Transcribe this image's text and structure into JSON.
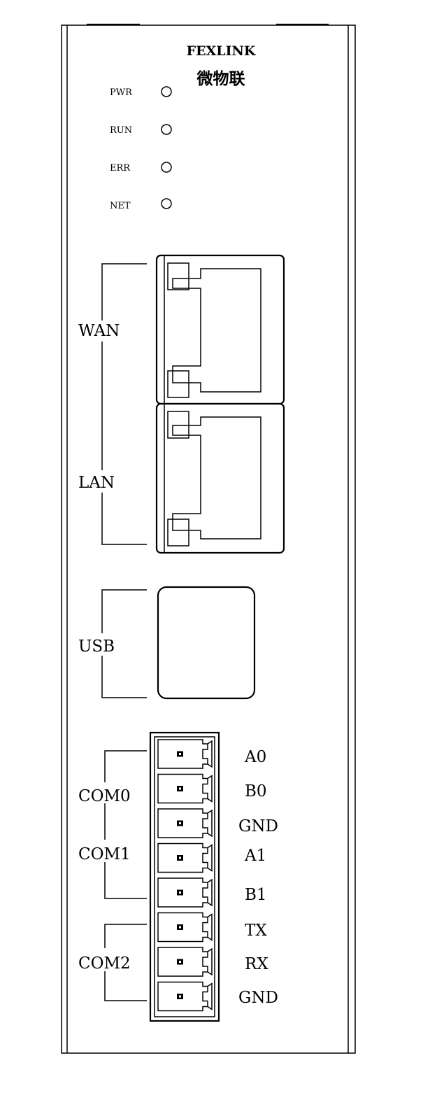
{
  "brand": {
    "name_en": "FEXLINK",
    "name_cn": "微物联"
  },
  "leds": [
    {
      "label": "PWR"
    },
    {
      "label": "RUN"
    },
    {
      "label": "ERR"
    },
    {
      "label": "NET"
    }
  ],
  "ports": {
    "wan": "WAN",
    "lan": "LAN",
    "usb": "USB"
  },
  "com_groups": [
    {
      "label": "COM0"
    },
    {
      "label": "COM1"
    },
    {
      "label": "COM2"
    }
  ],
  "terminal_pins": [
    {
      "label": "A0"
    },
    {
      "label": "B0"
    },
    {
      "label": "GND"
    },
    {
      "label": "A1"
    },
    {
      "label": "B1"
    },
    {
      "label": "TX"
    },
    {
      "label": "RX"
    },
    {
      "label": "GND"
    }
  ]
}
